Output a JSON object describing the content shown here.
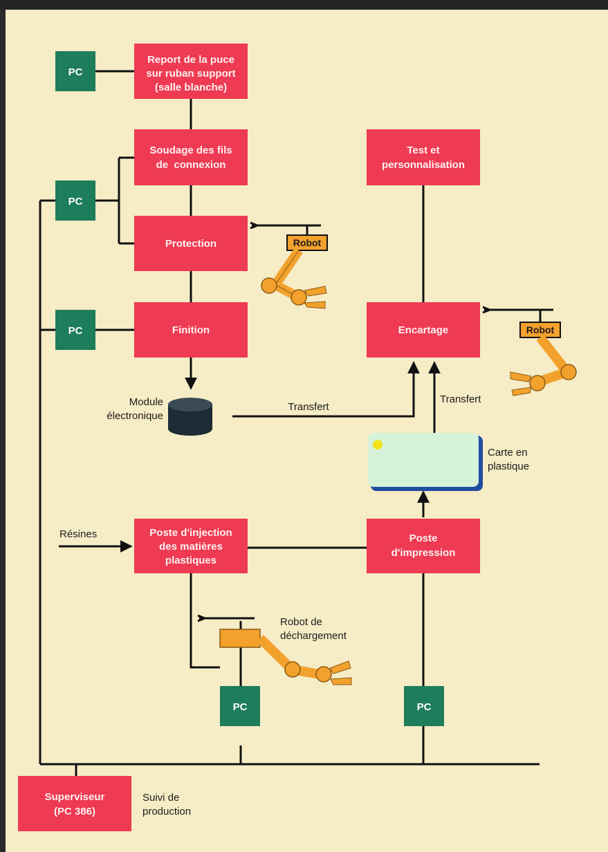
{
  "boxes": {
    "report": [
      "Report de la puce",
      "sur ruban support",
      "(salle blanche)"
    ],
    "soudage": [
      "Soudage des fils",
      "de  connexion"
    ],
    "protection": [
      "Protection"
    ],
    "finition": [
      "Finition"
    ],
    "test": [
      "Test et",
      "personnalisation"
    ],
    "encartage": [
      "Encartage"
    ],
    "injection": [
      "Poste d'injection",
      "des matières",
      "plastiques"
    ],
    "impression": [
      "Poste",
      "d'impression"
    ],
    "superviseur": [
      "Superviseur",
      "(PC 386)"
    ]
  },
  "pc_label": "PC",
  "robot_label": "Robot",
  "labels": {
    "module": [
      "Module",
      "électronique"
    ],
    "transfert": "Transfert",
    "carte": [
      "Carte en",
      "plastique"
    ],
    "resines": "Résines",
    "robot_dechargement": [
      "Robot de",
      "déchargement"
    ],
    "suivi": [
      "Suivi de",
      "production"
    ]
  },
  "colors": {
    "process_box": "#ee3a52",
    "pc_box": "#1e7d5a",
    "robot": "#f3a12d",
    "background": "#f6ecc6",
    "card": "#d6f3da",
    "module": "#1c2b34"
  }
}
